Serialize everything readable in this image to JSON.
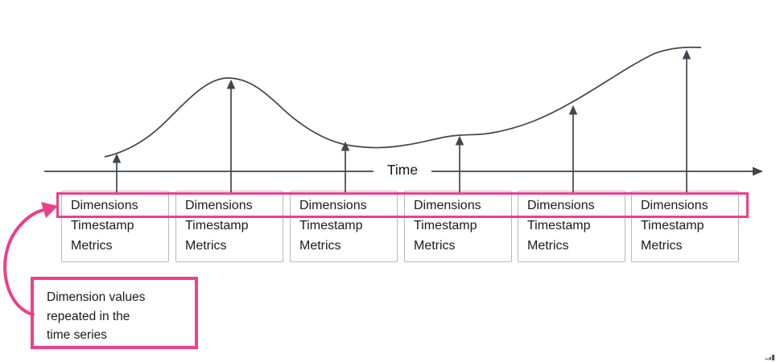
{
  "diagram": {
    "axis_label": "Time",
    "records": [
      {
        "dimensions": "Dimensions",
        "timestamp": "Timestamp",
        "metrics": "Metrics"
      },
      {
        "dimensions": "Dimensions",
        "timestamp": "Timestamp",
        "metrics": "Metrics"
      },
      {
        "dimensions": "Dimensions",
        "timestamp": "Timestamp",
        "metrics": "Metrics"
      },
      {
        "dimensions": "Dimensions",
        "timestamp": "Timestamp",
        "metrics": "Metrics"
      },
      {
        "dimensions": "Dimensions",
        "timestamp": "Timestamp",
        "metrics": "Metrics"
      },
      {
        "dimensions": "Dimensions",
        "timestamp": "Timestamp",
        "metrics": "Metrics"
      }
    ],
    "callout_text": "Dimension values repeated in the time series",
    "colors": {
      "accent_pink": "#ee3e8e",
      "line_dark": "#42454e",
      "box_border": "#b4b9bd",
      "text_dark": "#1a1a1a"
    }
  }
}
